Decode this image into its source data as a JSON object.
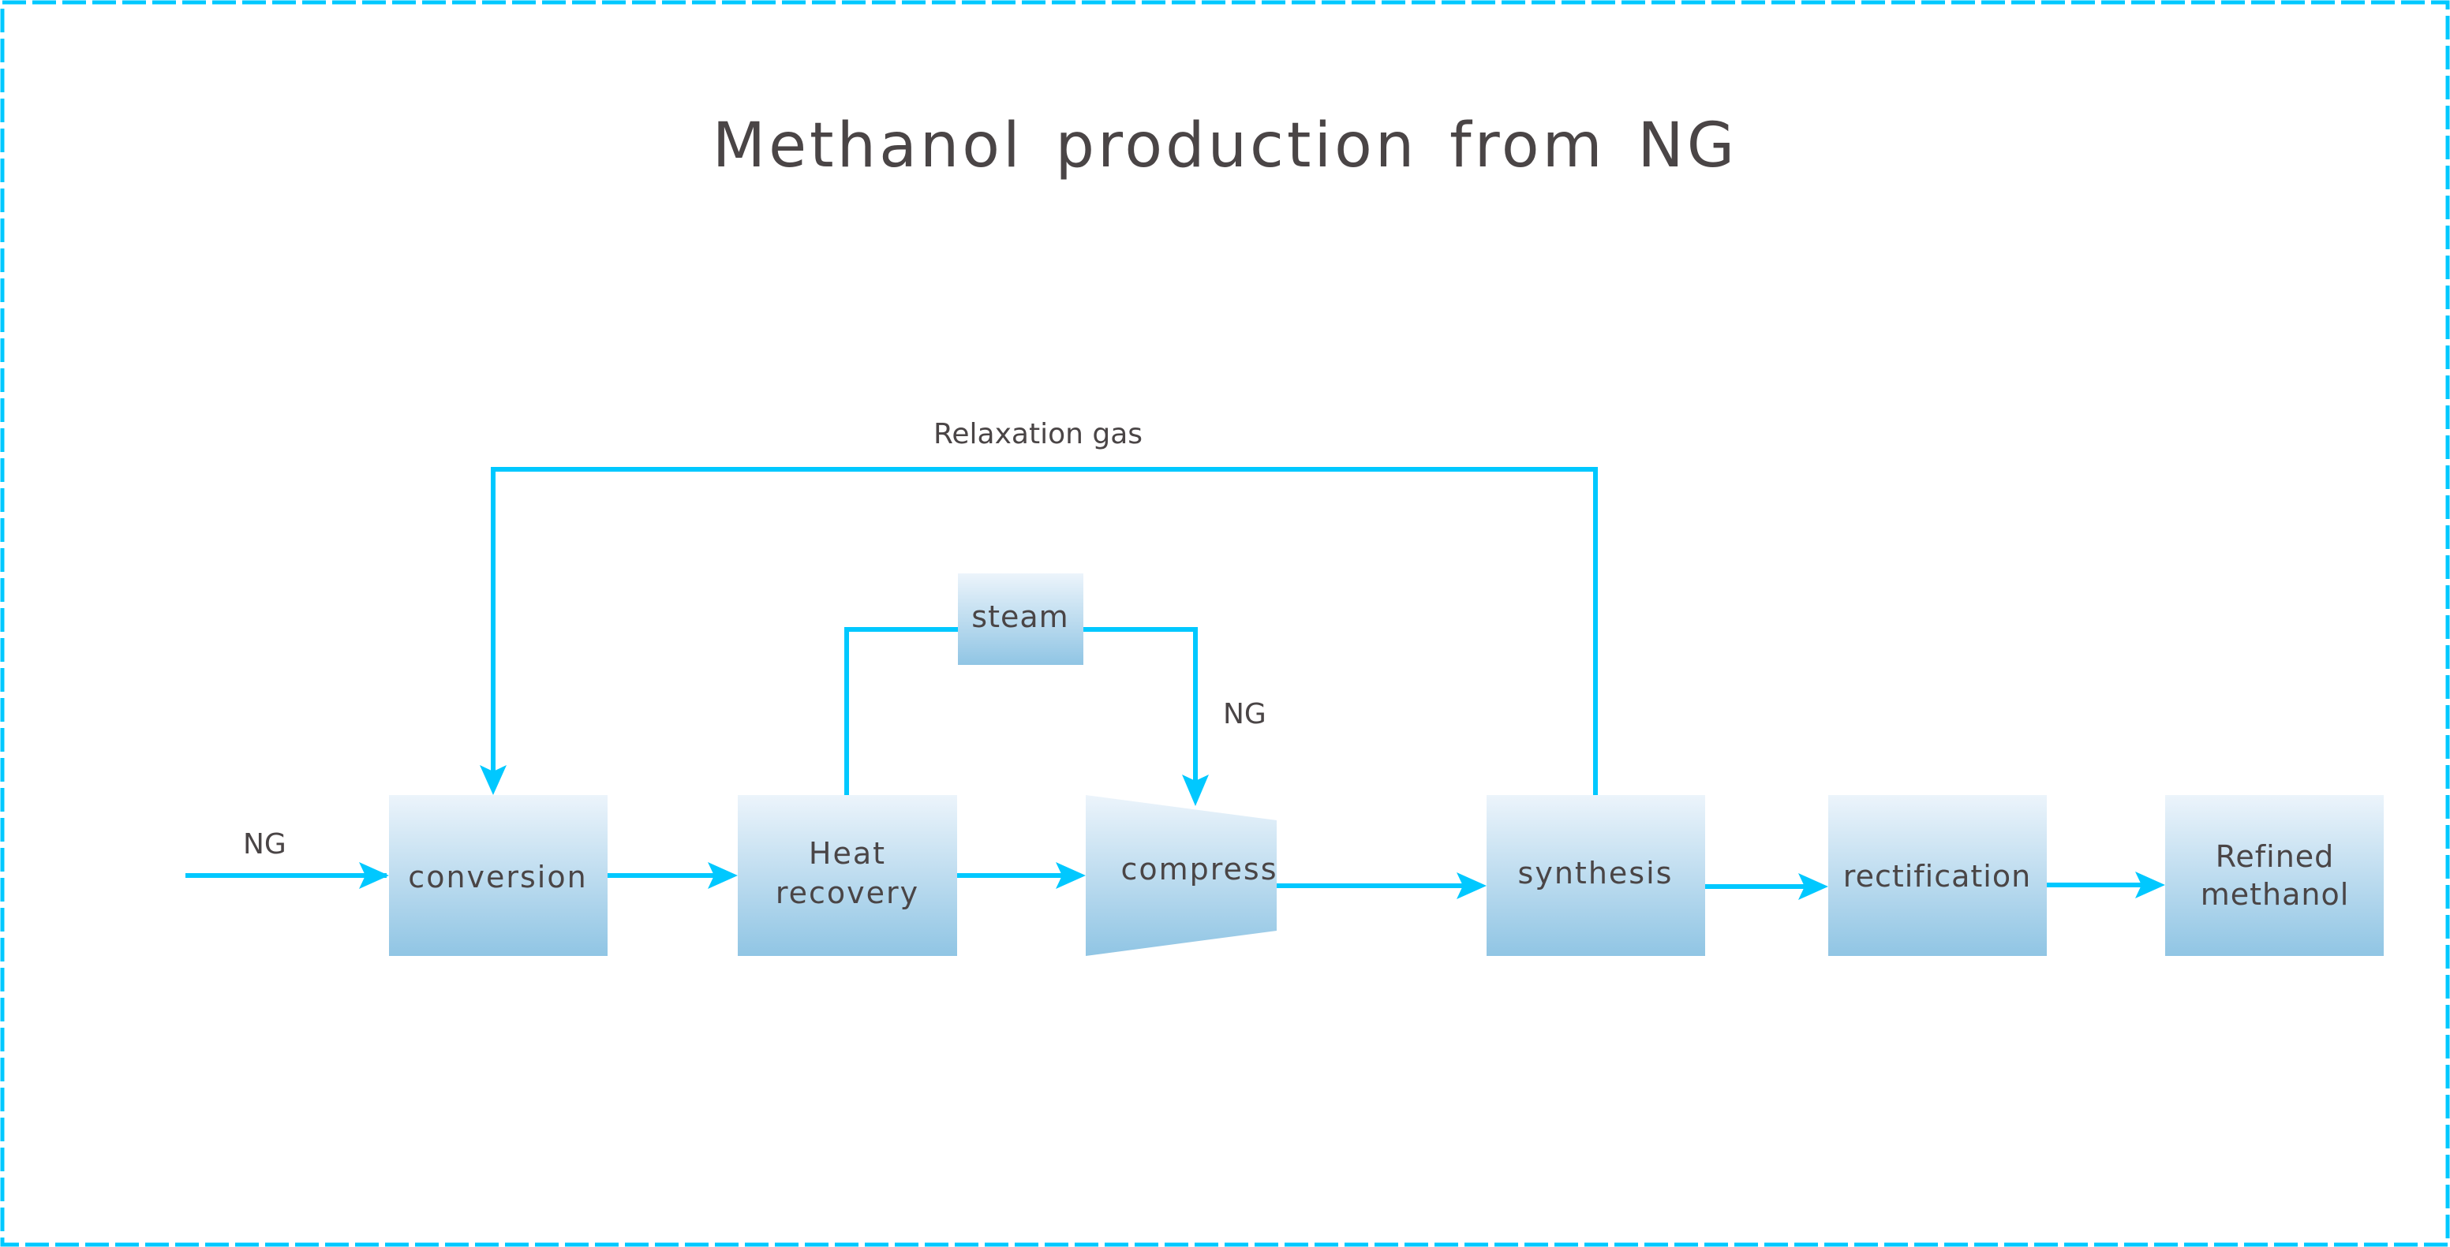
{
  "title": "Methanol production from NG",
  "colors": {
    "line": "#00C8FF",
    "box_top": "#ECF4FB",
    "box_bottom": "#90C5E4",
    "text": "#4A4546",
    "border": "#00C8FF"
  },
  "nodes": {
    "conversion": "conversion",
    "heat_recovery_1": "Heat",
    "heat_recovery_2": "recovery",
    "compress": "compress",
    "synthesis": "synthesis",
    "rectification": "rectification",
    "refined_1": "Refined",
    "refined_2": "methanol",
    "steam": "steam"
  },
  "labels": {
    "ng_input": "NG",
    "ng_compress": "NG",
    "relaxation_gas": "Relaxation gas"
  },
  "edges": [
    {
      "from": "NG",
      "to": "conversion"
    },
    {
      "from": "conversion",
      "to": "Heat recovery"
    },
    {
      "from": "Heat recovery",
      "to": "compress"
    },
    {
      "from": "compress",
      "to": "synthesis"
    },
    {
      "from": "synthesis",
      "to": "rectification"
    },
    {
      "from": "rectification",
      "to": "Refined methanol"
    },
    {
      "from": "synthesis",
      "to": "conversion",
      "label": "Relaxation gas"
    },
    {
      "from": "Heat recovery",
      "to": "steam"
    },
    {
      "from": "steam",
      "to": "compress",
      "label": "NG"
    }
  ]
}
